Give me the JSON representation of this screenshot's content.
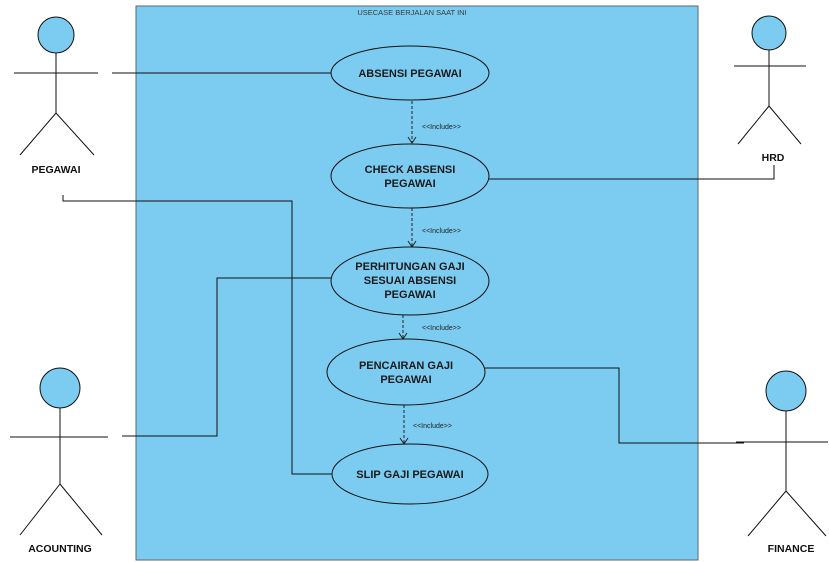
{
  "system": {
    "title": "USECASE BERJALAN SAAT INI",
    "fill_color": "#7cccf2"
  },
  "actors": [
    {
      "id": "pegawai",
      "label": "PEGAWAI"
    },
    {
      "id": "hrd",
      "label": "HRD"
    },
    {
      "id": "acounting",
      "label": "ACOUNTING"
    },
    {
      "id": "finance",
      "label": "FINANCE"
    }
  ],
  "use_cases": [
    {
      "id": "absensi",
      "lines": [
        "ABSENSI PEGAWAI"
      ]
    },
    {
      "id": "check",
      "lines": [
        "CHECK ABSENSI",
        "PEGAWAI"
      ]
    },
    {
      "id": "perhitungan",
      "lines": [
        "PERHITUNGAN GAJI",
        "SESUAI ABSENSI",
        "PEGAWAI"
      ]
    },
    {
      "id": "pencairan",
      "lines": [
        "PENCAIRAN GAJI",
        "PEGAWAI"
      ]
    },
    {
      "id": "slip",
      "lines": [
        "SLIP GAJI PEGAWAI"
      ]
    }
  ],
  "include_label": "<<Include>>"
}
